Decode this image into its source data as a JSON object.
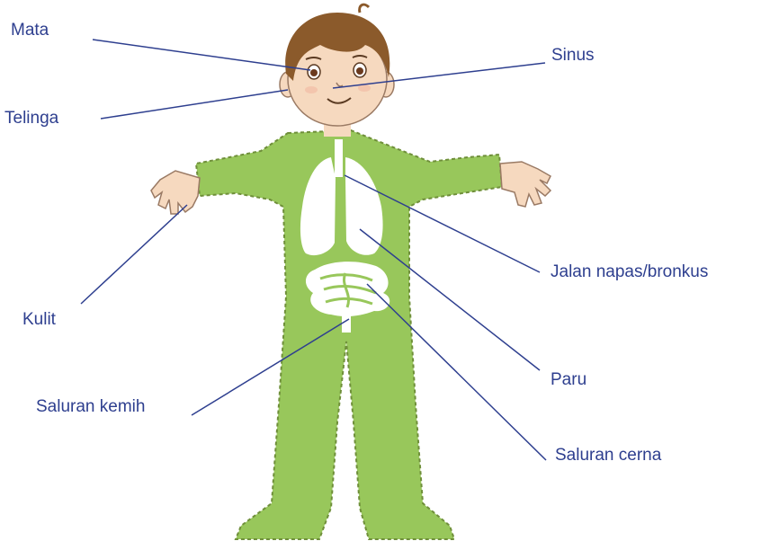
{
  "labels": {
    "mata": "Mata",
    "telinga": "Telinga",
    "sinus": "Sinus",
    "kulit": "Kulit",
    "jalan_napas": "Jalan napas/bronkus",
    "paru": "Paru",
    "saluran_kemih": "Saluran kemih",
    "saluran_cerna": "Saluran cerna"
  },
  "colors": {
    "label_text": "#2e3f8f",
    "leader_line": "#2e3f8f",
    "suit": "#98c75b",
    "suit_outline": "#6f8f3a",
    "skin": "#f6d9bf",
    "hair": "#8b5a2b",
    "organs": "#ffffff"
  }
}
